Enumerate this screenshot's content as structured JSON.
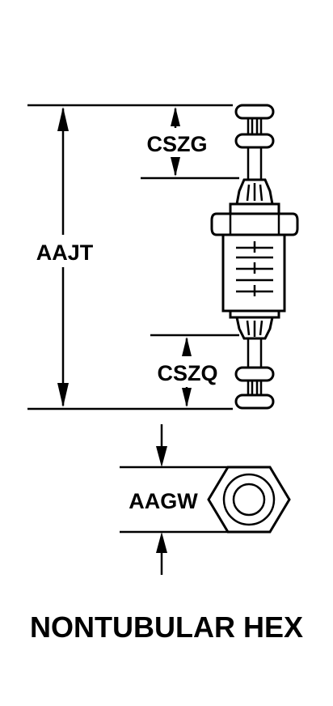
{
  "labels": {
    "overall_length": "AAJT",
    "top_section": "CSZG",
    "bottom_section": "CSZQ",
    "across_flats": "AAGW"
  },
  "caption": "NONTUBULAR HEX"
}
